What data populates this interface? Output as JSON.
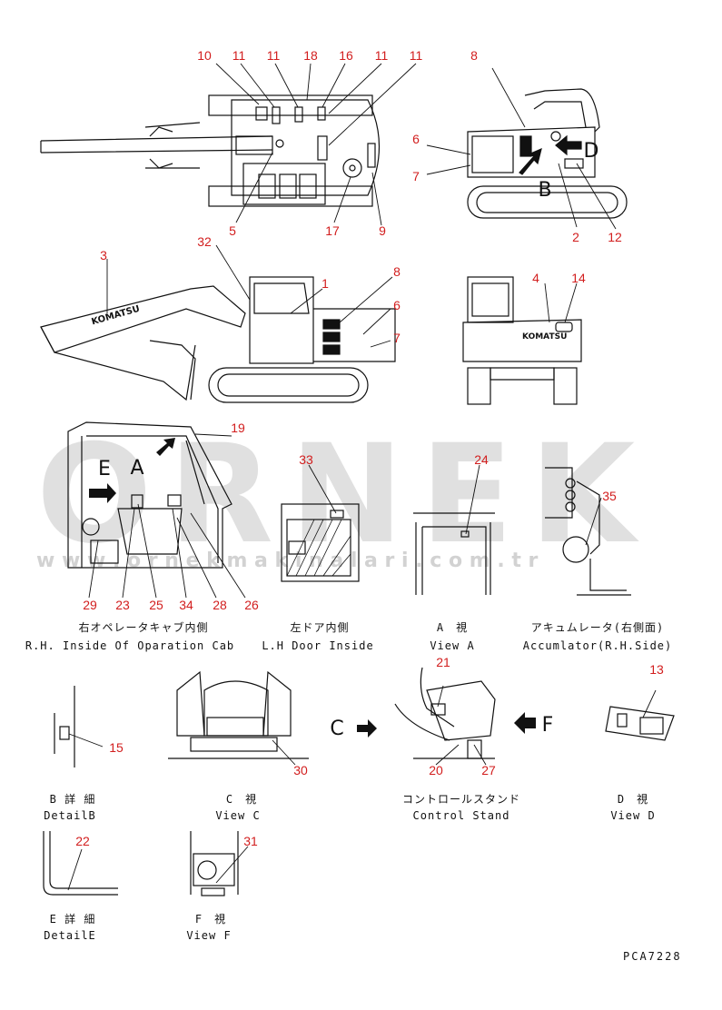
{
  "watermark": {
    "main": "ORNEK",
    "sub": "w w w . o r n e k m a k i n a l a r i . c o m . t r"
  },
  "callouts": {
    "n10": "10",
    "n11a": "11",
    "n11b": "11",
    "n18": "18",
    "n16": "16",
    "n11c": "11",
    "n11d": "11",
    "n8a": "8",
    "n6a": "6",
    "n7a": "7",
    "n5": "5",
    "n17": "17",
    "n9": "9",
    "n2": "2",
    "n12": "12",
    "n3": "3",
    "n32": "32",
    "n1": "1",
    "n8b": "8",
    "n6b": "6",
    "n7b": "7",
    "n4": "4",
    "n14": "14",
    "n19": "19",
    "n33": "33",
    "n24": "24",
    "n35": "35",
    "n29": "29",
    "n23": "23",
    "n25": "25",
    "n34": "34",
    "n28": "28",
    "n26": "26",
    "n21": "21",
    "n13": "13",
    "n15": "15",
    "n30": "30",
    "n20": "20",
    "n27": "27",
    "n22": "22",
    "n31": "31"
  },
  "view_letters": {
    "D": "D",
    "B": "B",
    "E": "E",
    "A": "A",
    "C": "C",
    "F": "F"
  },
  "captions": {
    "cab_jp": "右オペレータキャブ内側",
    "cab_en": "R.H. Inside Of Oparation Cab",
    "door_jp": "左ドア内側",
    "door_en": "L.H Door Inside",
    "viewa_jp": "A　視",
    "viewa_en": "View A",
    "acc_jp": "アキュムレータ(右側面)",
    "acc_en": "Accumlator(R.H.Side)",
    "detb_jp": "B 詳 細",
    "detb_en": "DetailB",
    "viewc_jp": "C　視",
    "viewc_en": "View C",
    "cs_jp": "コントロールスタンド",
    "cs_en": "Control Stand",
    "viewd_jp": "D　視",
    "viewd_en": "View D",
    "dete_jp": "E 詳 細",
    "dete_en": "DetailE",
    "viewf_jp": "F　視",
    "viewf_en": "View F"
  },
  "brand_text": {
    "boom": "KOMATSU",
    "rear": "KOMATSU"
  },
  "drawing_ref": "PCA7228"
}
